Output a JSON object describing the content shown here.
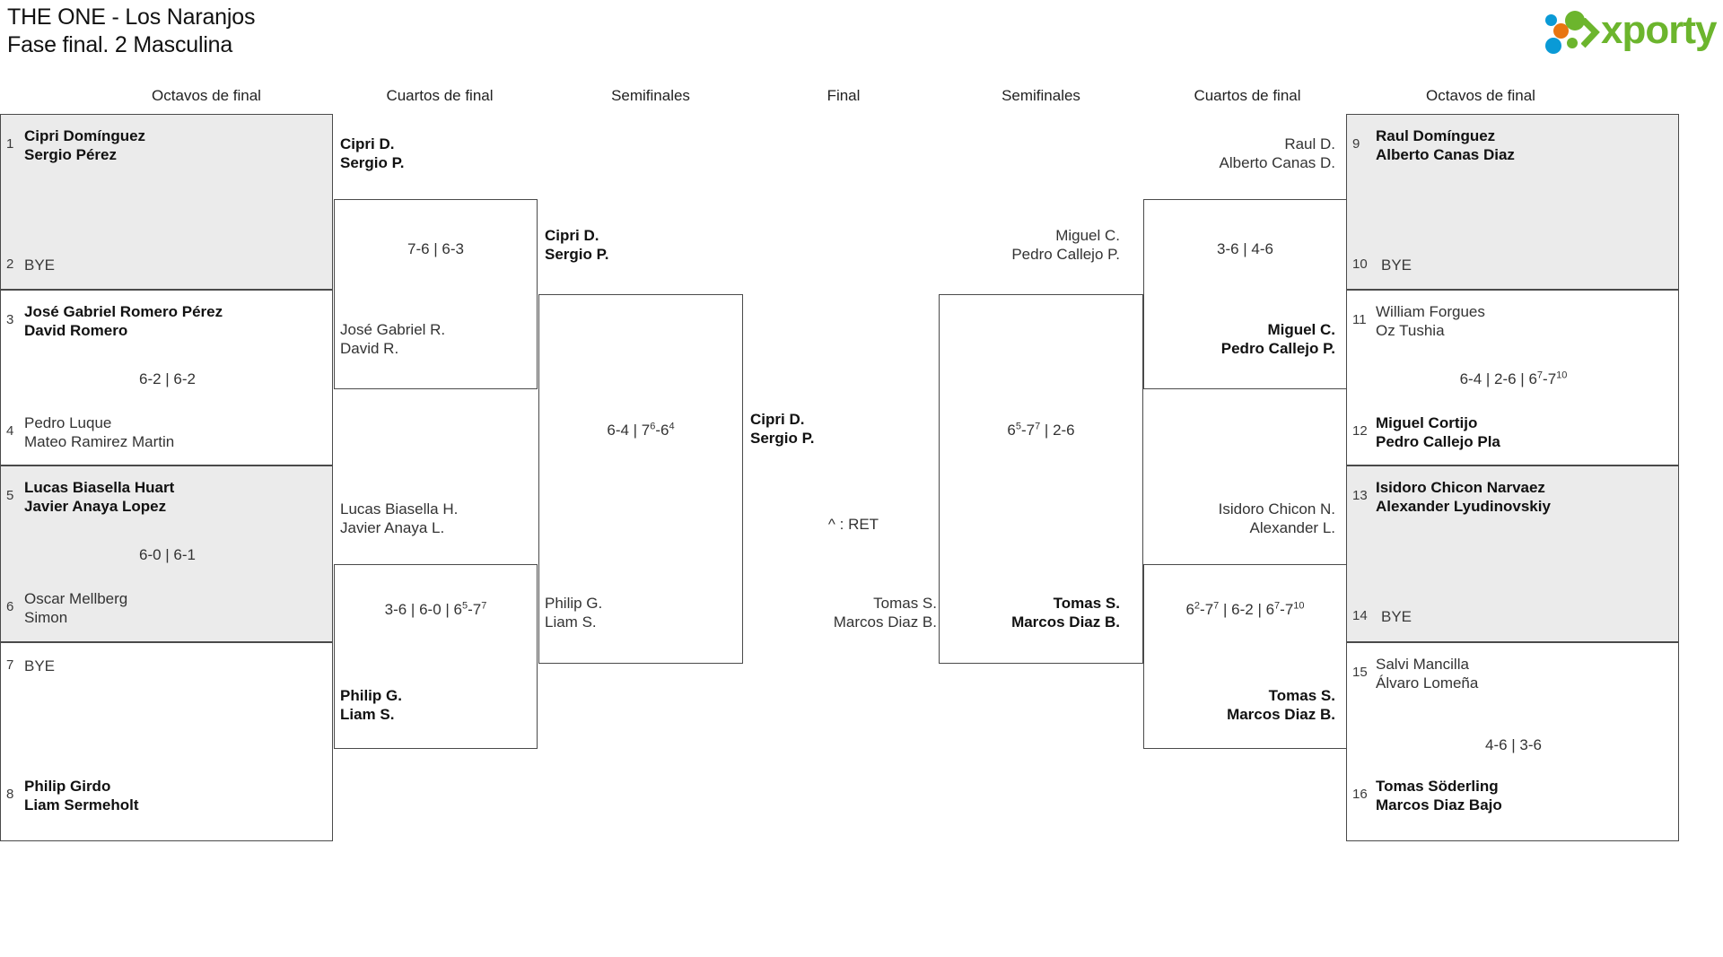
{
  "header": {
    "tournament": "THE ONE - Los Naranjos",
    "phase": "Fase final. 2 Masculina",
    "logo": {
      "wordmark": "xporty",
      "colors": {
        "green": "#6cb52d",
        "blue": "#0a9ad6",
        "orange": "#e87511"
      }
    }
  },
  "round_headers": {
    "left_r16": "Octavos de final",
    "left_qf": "Cuartos de final",
    "left_sf": "Semifinales",
    "final": "Final",
    "right_sf": "Semifinales",
    "right_qf": "Cuartos de final",
    "right_r16": "Octavos de final"
  },
  "left": {
    "r16": [
      {
        "seed_top": "1",
        "top_line1": "Cipri Domínguez",
        "top_line2": "Sergio Pérez",
        "seed_bottom": "2",
        "bottom_line1": "BYE",
        "bottom_line2": "",
        "score": "",
        "winner": "top",
        "shaded": true
      },
      {
        "seed_top": "3",
        "top_line1": "José Gabriel Romero Pérez",
        "top_line2": "David Romero",
        "seed_bottom": "4",
        "bottom_line1": "Pedro Luque",
        "bottom_line2": "Mateo Ramirez Martin",
        "score": "6-2 | 6-2",
        "winner": "top",
        "shaded": false
      },
      {
        "seed_top": "5",
        "top_line1": "Lucas Biasella Huart",
        "top_line2": "Javier Anaya Lopez",
        "seed_bottom": "6",
        "bottom_line1": "Oscar Mellberg",
        "bottom_line2": "Simon",
        "score": "6-0 | 6-1",
        "winner": "top",
        "shaded": true
      },
      {
        "seed_top": "7",
        "top_line1": "BYE",
        "top_line2": "",
        "seed_bottom": "8",
        "bottom_line1": "Philip Girdo",
        "bottom_line2": "Liam Sermeholt",
        "score": "",
        "winner": "bottom",
        "shaded": false
      }
    ],
    "qf": [
      {
        "top_line1": "Cipri D.",
        "top_line2": "Sergio P.",
        "bottom_line1": "José Gabriel R.",
        "bottom_line2": "David R.",
        "score_plain": "7-6 | 6-3",
        "score_parts": [
          {
            "t": "7-6 | 6-3"
          }
        ],
        "winner": "top"
      },
      {
        "top_line1": "Lucas Biasella H.",
        "top_line2": "Javier Anaya L.",
        "bottom_line1": "Philip G.",
        "bottom_line2": "Liam S.",
        "score_plain": "3-6 | 6-0 | 6⁵-7⁷",
        "score_parts": [
          {
            "t": "3-6 | 6-0 | 6"
          },
          {
            "t": "5",
            "sup": true
          },
          {
            "t": "-7"
          },
          {
            "t": "7",
            "sup": true
          }
        ],
        "winner": "bottom"
      }
    ],
    "sf": {
      "top_line1": "Cipri D.",
      "top_line2": "Sergio P.",
      "bottom_line1": "Philip G.",
      "bottom_line2": "Liam S.",
      "score_plain": "6-4 | 7⁶-6⁴",
      "score_parts": [
        {
          "t": "6-4 | 7"
        },
        {
          "t": "6",
          "sup": true
        },
        {
          "t": "-6"
        },
        {
          "t": "4",
          "sup": true
        }
      ],
      "winner": "top"
    }
  },
  "final": {
    "top_line1": "Cipri D.",
    "top_line2": "Sergio P.",
    "bottom_line1": "Tomas S.",
    "bottom_line2": "Marcos Diaz B.",
    "score_plain": "^ : RET",
    "score_parts": [
      {
        "t": "^ : RET"
      }
    ],
    "winner": "top"
  },
  "right": {
    "sf": {
      "top_line1": "Miguel C.",
      "top_line2": "Pedro Callejo P.",
      "bottom_line1": "Tomas S.",
      "bottom_line2": "Marcos Diaz B.",
      "score_plain": "6⁵-7⁷ | 2-6",
      "score_parts": [
        {
          "t": "6"
        },
        {
          "t": "5",
          "sup": true
        },
        {
          "t": "-7"
        },
        {
          "t": "7",
          "sup": true
        },
        {
          "t": " | 2-6"
        }
      ],
      "winner": "bottom"
    },
    "qf": [
      {
        "top_line1": "Raul D.",
        "top_line2": "Alberto Canas D.",
        "bottom_line1": "Miguel C.",
        "bottom_line2": "Pedro Callejo P.",
        "score_plain": "3-6 | 4-6",
        "score_parts": [
          {
            "t": "3-6 | 4-6"
          }
        ],
        "winner": "bottom"
      },
      {
        "top_line1": "Isidoro Chicon N.",
        "top_line2": "Alexander L.",
        "bottom_line1": "Tomas S.",
        "bottom_line2": "Marcos Diaz B.",
        "score_plain": "6²-7⁷ | 6-2 | 6⁷-7¹⁰",
        "score_parts": [
          {
            "t": "6"
          },
          {
            "t": "2",
            "sup": true
          },
          {
            "t": "-7"
          },
          {
            "t": "7",
            "sup": true
          },
          {
            "t": " | 6-2 | 6"
          },
          {
            "t": "7",
            "sup": true
          },
          {
            "t": "-7"
          },
          {
            "t": "10",
            "sup": true
          }
        ],
        "winner": "bottom"
      }
    ],
    "r16": [
      {
        "seed_top": "9",
        "top_line1": "Raul Domínguez",
        "top_line2": "Alberto Canas Diaz",
        "seed_bottom": "10",
        "bottom_line1": "BYE",
        "bottom_line2": "",
        "score_plain": "",
        "score_parts": [],
        "winner": "top",
        "shaded": true
      },
      {
        "seed_top": "11",
        "top_line1": "William Forgues",
        "top_line2": "Oz Tushia",
        "seed_bottom": "12",
        "bottom_line1": "Miguel Cortijo",
        "bottom_line2": "Pedro Callejo Pla",
        "score_plain": "6-4 | 2-6 | 6⁷-7¹⁰",
        "score_parts": [
          {
            "t": "6-4 | 2-6 | 6"
          },
          {
            "t": "7",
            "sup": true
          },
          {
            "t": "-7"
          },
          {
            "t": "10",
            "sup": true
          }
        ],
        "winner": "bottom",
        "shaded": false
      },
      {
        "seed_top": "13",
        "top_line1": "Isidoro Chicon Narvaez",
        "top_line2": "Alexander Lyudinovskiy",
        "seed_bottom": "14",
        "bottom_line1": "BYE",
        "bottom_line2": "",
        "score_plain": "",
        "score_parts": [],
        "winner": "top",
        "shaded": true
      },
      {
        "seed_top": "15",
        "top_line1": "Salvi Mancilla",
        "top_line2": "Álvaro Lomeña",
        "seed_bottom": "16",
        "bottom_line1": "Tomas Söderling",
        "bottom_line2": "Marcos Diaz Bajo",
        "score_plain": "4-6 | 3-6",
        "score_parts": [
          {
            "t": "4-6 | 3-6"
          }
        ],
        "winner": "bottom",
        "shaded": false
      }
    ]
  }
}
